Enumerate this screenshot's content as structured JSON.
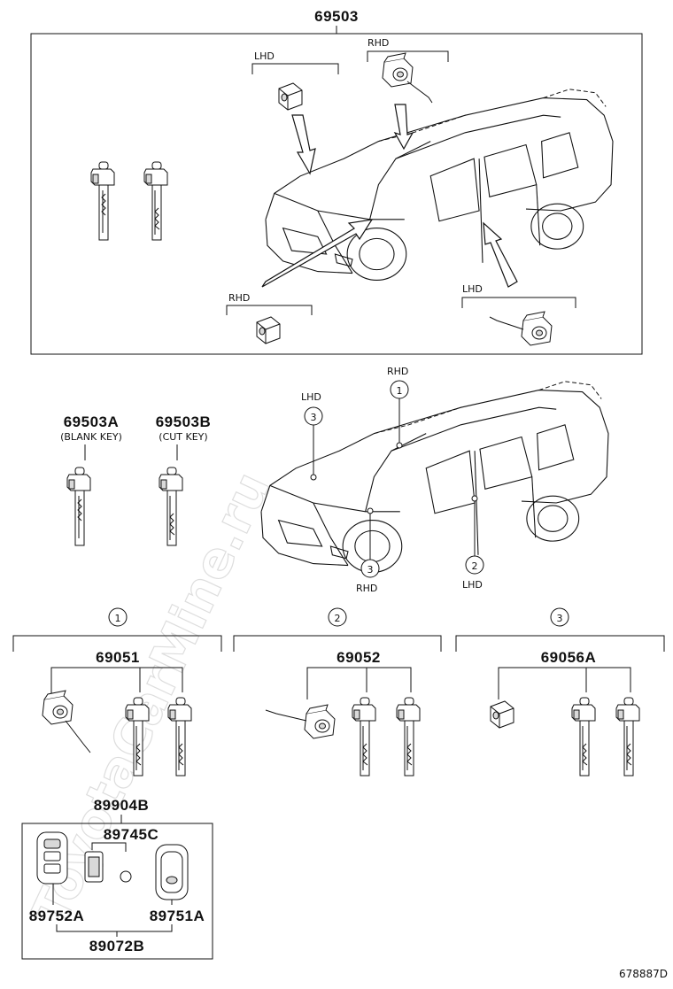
{
  "diagram_id": "678887D",
  "watermark": "ToyotaCarMine.ru",
  "top_group": {
    "part_number": "69503",
    "labels": {
      "lhd_top": "LHD",
      "rhd_top": "RHD",
      "rhd_bottom": "RHD",
      "lhd_bottom": "LHD"
    }
  },
  "keys": {
    "blank": {
      "part_number": "69503A",
      "caption": "(BLANK KEY)"
    },
    "cut": {
      "part_number": "69503B",
      "caption": "(CUT KEY)"
    }
  },
  "locations": {
    "rhd_1": {
      "label": "RHD",
      "number": "1"
    },
    "lhd_3": {
      "label": "LHD",
      "number": "3"
    },
    "rhd_3": {
      "label": "RHD",
      "number": "3"
    },
    "lhd_2": {
      "label": "LHD",
      "number": "2"
    }
  },
  "sets": [
    {
      "number": "1",
      "part_number": "69051"
    },
    {
      "number": "2",
      "part_number": "69052"
    },
    {
      "number": "3",
      "part_number": "69056A"
    }
  ],
  "remote": {
    "part_number_top": "89904B",
    "part_number_mid": "89745C",
    "part_number_left": "89752A",
    "part_number_right": "89751A",
    "part_number_bottom": "89072B"
  }
}
